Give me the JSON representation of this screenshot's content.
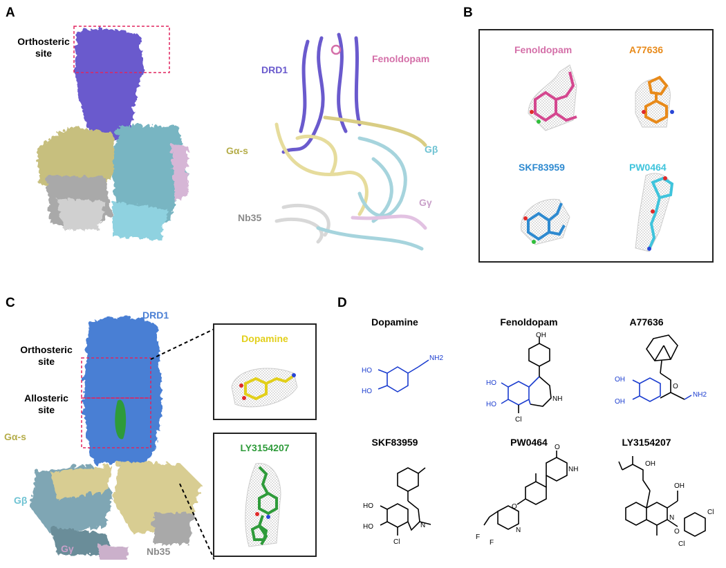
{
  "panels": {
    "a": "A",
    "b": "B",
    "c": "C",
    "d": "D"
  },
  "panelA": {
    "orthosteric_site": "Orthosteric\nsite",
    "drd1": "DRD1",
    "fenoldopam": "Fenoldopam",
    "gas": "Gα-s",
    "gb": "Gβ",
    "gg": "Gγ",
    "nb35": "Nb35"
  },
  "panelB": {
    "fenoldopam": "Fenoldopam",
    "a77636": "A77636",
    "skf83959": "SKF83959",
    "pw0464": "PW0464"
  },
  "panelC": {
    "drd1": "DRD1",
    "orthosteric_site": "Orthosteric\nsite",
    "allosteric_site": "Allosteric\nsite",
    "gas": "Gα-s",
    "gb": "Gβ",
    "gg": "Gγ",
    "nb35": "Nb35",
    "dopamine": "Dopamine",
    "ly3154207": "LY3154207"
  },
  "panelD": {
    "compounds": [
      "Dopamine",
      "Fenoldopam",
      "A77636",
      "SKF83959",
      "PW0464",
      "LY3154207"
    ],
    "atoms": {
      "ho": "HO",
      "oh": "OH",
      "nh": "NH",
      "nh2": "NH2",
      "n": "N",
      "o": "O",
      "cl": "Cl",
      "f": "F"
    }
  },
  "colors": {
    "drd1_purple": "#6a5acd",
    "drd1_blue": "#4a7fd4",
    "gas": "#b5ad4a",
    "gb": "#6fc3d3",
    "gg": "#c9a0c9",
    "nb35": "#8a8a8a",
    "fenoldopam": "#d46fa8",
    "a77636": "#e88a1a",
    "skf83959": "#2e8ad0",
    "pw0464": "#3fc4dc",
    "dopamine": "#e2cf1a",
    "ly3154207": "#2e9b3a",
    "chem_blue": "#1a3ccf"
  }
}
